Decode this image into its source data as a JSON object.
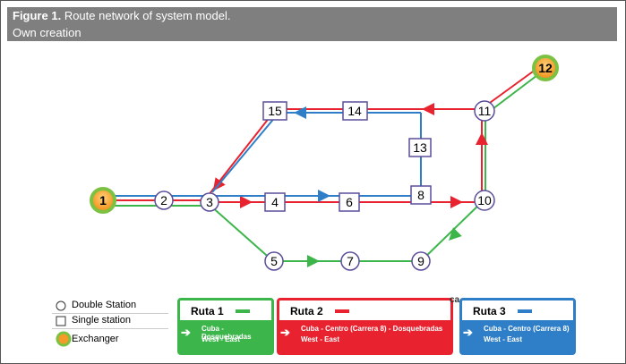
{
  "caption": {
    "figure_label": "Figure 1.",
    "title": "Route network of system model.",
    "source": "Own creation"
  },
  "colors": {
    "route1": "#3cb54a",
    "route2": "#e8232f",
    "route3": "#2f7fc8",
    "exchanger_fill": "#f59b2a",
    "exchanger_ring": "#7cc242",
    "caption_bg": "#7f7f7f"
  },
  "nodes": {
    "n1": "1",
    "n2": "2",
    "n3": "3",
    "n4": "4",
    "n5": "5",
    "n6": "6",
    "n7": "7",
    "n8": "8",
    "n9": "9",
    "n10": "10",
    "n11": "11",
    "n12": "12",
    "n13": "13",
    "n14": "14",
    "n15": "15"
  },
  "legend": {
    "double_station": "Double Station",
    "single_station": "Single station",
    "exchanger": "Exchanger"
  },
  "routes": [
    {
      "name": "Ruta 1",
      "line1": "Cuba - Dosquebradas",
      "line2": "West - East"
    },
    {
      "name": "Ruta 2",
      "line1": "Cuba - Centro (Carrera 8) - Dosquebradas",
      "line2": "West - East"
    },
    {
      "name": "Ruta 3",
      "line1": "Cuba - Centro (Carrera 8)",
      "line2": "West - East"
    }
  ],
  "cut_text": "ca"
}
